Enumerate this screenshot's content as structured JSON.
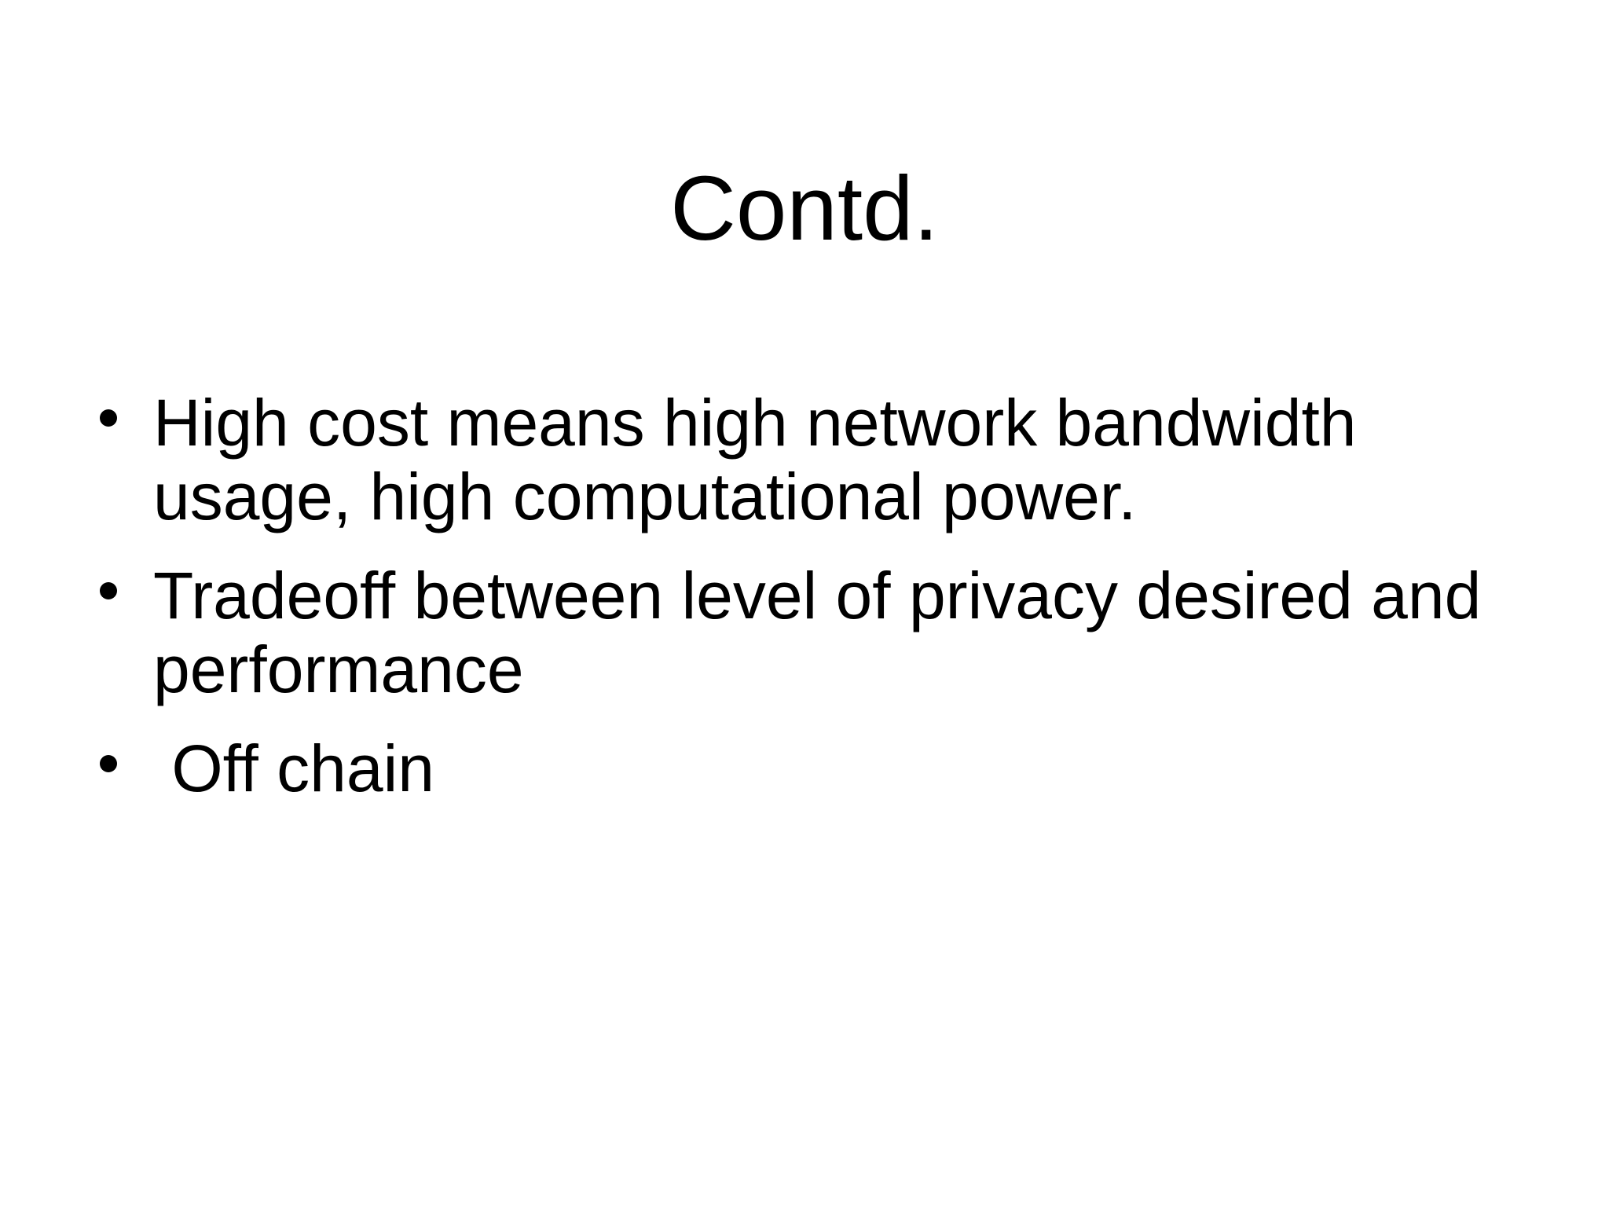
{
  "slide": {
    "title": "Contd.",
    "bullets": [
      {
        "text": "High cost means high network bandwidth usage, high computational power."
      },
      {
        "text": "Tradeoff between level of privacy desired and performance"
      },
      {
        "text": " Off chain"
      }
    ]
  },
  "colors": {
    "background": "#ffffff",
    "text": "#000000"
  }
}
